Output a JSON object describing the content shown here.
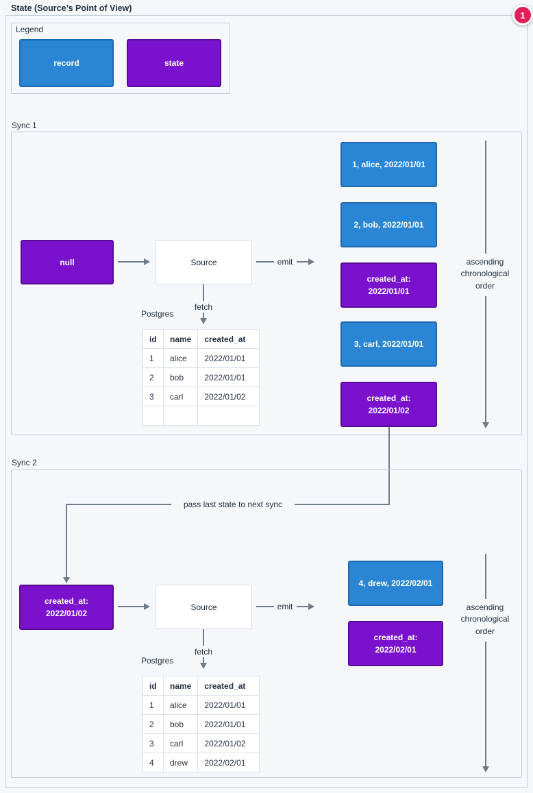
{
  "page": {
    "title": "State (Source’s Point of View)",
    "badge": "1"
  },
  "colors": {
    "record-fill": "#2a85d4",
    "record-border": "#1c68ae",
    "state-fill": "#7911cd",
    "state-border": "#570b95",
    "badge-fill": "#e01e5a",
    "arrow": "#6f7b8b",
    "text": "#253040",
    "page-bg": "#f5f7fa",
    "frame-border": "#c2cbd6",
    "table-border": "#d9e0e8"
  },
  "legend": {
    "title": "Legend",
    "record_label": "record",
    "state_label": "state"
  },
  "pass_note": "pass last state to next sync",
  "sync1": {
    "title": "Sync 1",
    "input_state": "null",
    "source": "Source",
    "emit": "emit",
    "fetch": "fetch",
    "postgres": "Postgres",
    "order_note": "ascending chronological order",
    "messages": [
      "1, alice, 2022/01/01",
      "2, bob, 2022/01/01",
      "created_at:\n2022/01/01",
      "3, carl, 2022/01/01",
      "created_at:\n2022/01/02"
    ],
    "table": {
      "headers": [
        "id",
        "name",
        "created_at"
      ],
      "rows": [
        [
          "1",
          "alice",
          "2022/01/01"
        ],
        [
          "2",
          "bob",
          "2022/01/01"
        ],
        [
          "3",
          "carl",
          "2022/01/02"
        ],
        [
          "",
          "",
          ""
        ]
      ]
    }
  },
  "sync2": {
    "title": "Sync 2",
    "input_state": "created_at:\n2022/01/02",
    "source": "Source",
    "emit": "emit",
    "fetch": "fetch",
    "postgres": "Postgres",
    "order_note": "ascending chronological order",
    "messages": [
      "4, drew, 2022/02/01",
      "created_at:\n2022/02/01"
    ],
    "table": {
      "headers": [
        "id",
        "name",
        "created_at"
      ],
      "rows": [
        [
          "1",
          "alice",
          "2022/01/01"
        ],
        [
          "2",
          "bob",
          "2022/01/01"
        ],
        [
          "3",
          "carl",
          "2022/01/02"
        ],
        [
          "4",
          "drew",
          "2022/02/01"
        ]
      ]
    }
  }
}
